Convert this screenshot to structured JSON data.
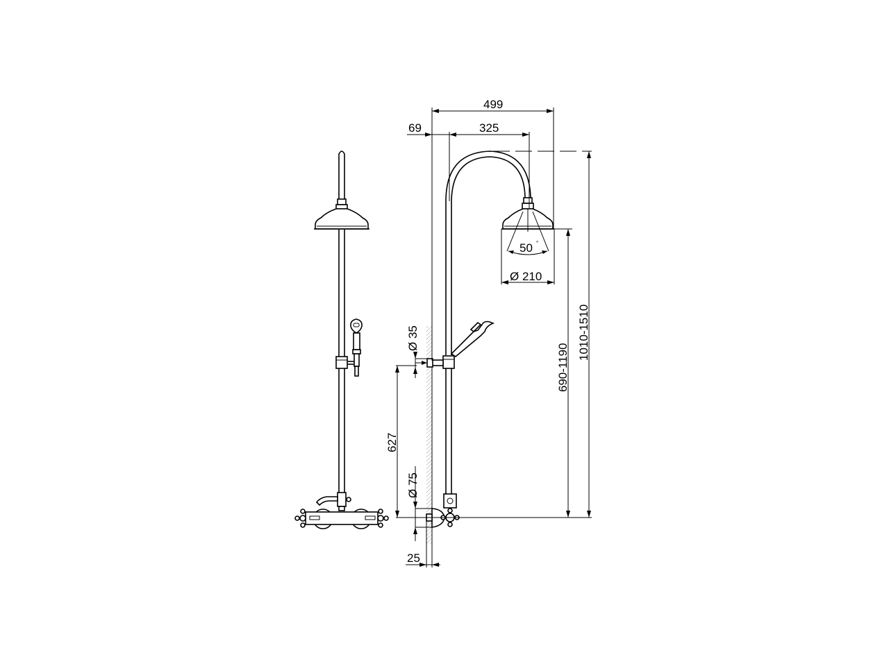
{
  "drawing": {
    "title": "Shower column technical drawing",
    "units": "mm",
    "views": [
      "front-view",
      "side-view"
    ],
    "line_color": "#000000",
    "background": "#ffffff"
  },
  "dimensions": {
    "overall_width": "499",
    "wall_offset": "69",
    "arm_reach": "325",
    "spray_angle": "50",
    "degree_symbol": "°",
    "head_diameter": "Ø 210",
    "head_height_range": "690-1190",
    "total_height_range": "1010-1510",
    "bracket_diameter": "Ø 35",
    "bracket_height": "627",
    "mixer_flange_diameter": "Ø 75",
    "wall_depth": "25"
  }
}
